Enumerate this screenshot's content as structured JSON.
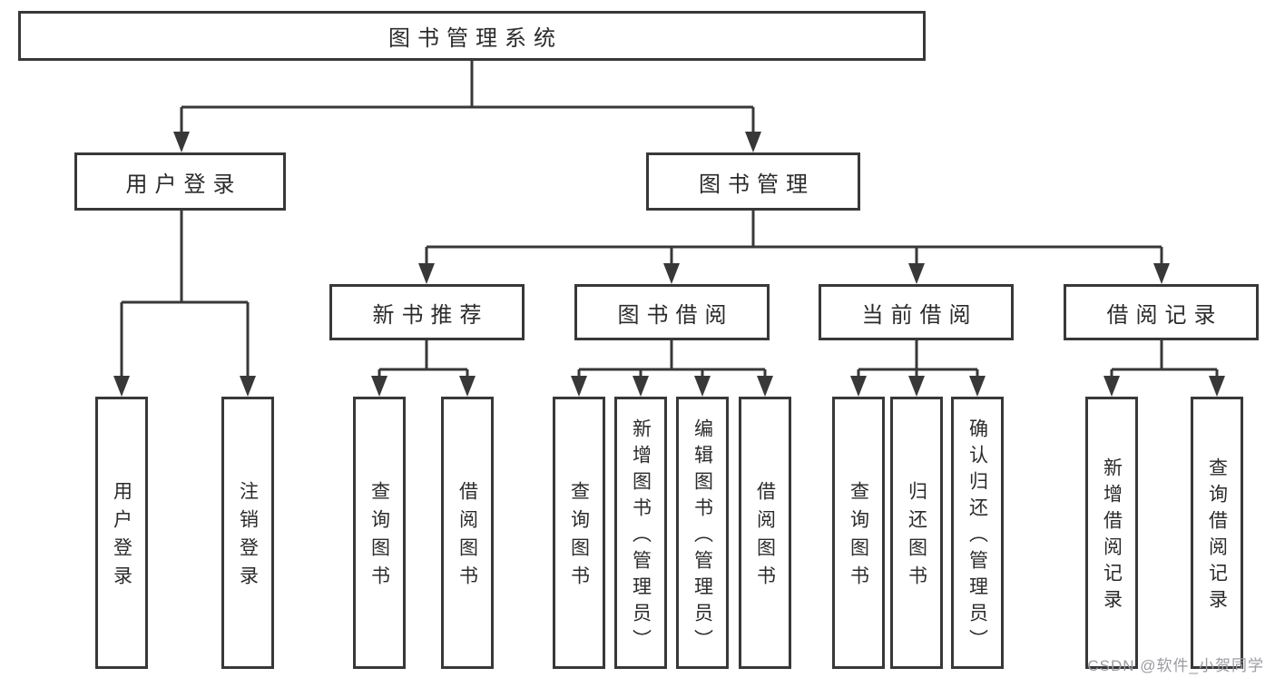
{
  "diagram": {
    "root": {
      "label": "图书管理系统"
    },
    "branches": [
      {
        "label": "用户登录",
        "children": [
          {
            "label": "用户登录"
          },
          {
            "label": "注销登录"
          }
        ]
      },
      {
        "label": "图书管理",
        "children": [
          {
            "label": "新书推荐",
            "children": [
              {
                "label": "查询图书"
              },
              {
                "label": "借阅图书"
              }
            ]
          },
          {
            "label": "图书借阅",
            "children": [
              {
                "label": "查询图书"
              },
              {
                "label": "新增图书（管理员）"
              },
              {
                "label": "编辑图书（管理员）"
              },
              {
                "label": "借阅图书"
              }
            ]
          },
          {
            "label": "当前借阅",
            "children": [
              {
                "label": "查询图书"
              },
              {
                "label": "归还图书"
              },
              {
                "label": "确认归还（管理员）"
              }
            ]
          },
          {
            "label": "借阅记录",
            "children": [
              {
                "label": "新增借阅记录"
              },
              {
                "label": "查询借阅记录"
              }
            ]
          }
        ]
      }
    ]
  },
  "watermark": {
    "label": "CSDN @软件_小贺同学"
  },
  "style": {
    "line_color": "#383838",
    "text_color": "#2b2b2b",
    "watermark_color": "#9b9ba1",
    "background": "#ffffff"
  }
}
